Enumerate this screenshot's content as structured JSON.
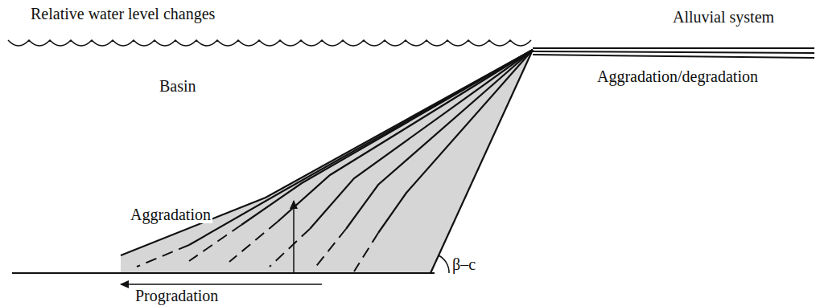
{
  "diagram": {
    "labels": [
      "Relative water level changes",
      "Alluvial system",
      "Basin",
      "Aggradation/degradation",
      "Aggradation",
      "Progradation",
      "β–c"
    ]
  }
}
